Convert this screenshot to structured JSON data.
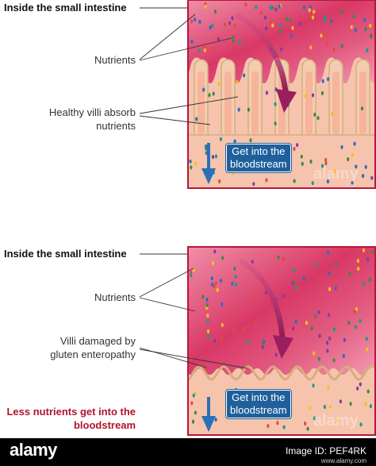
{
  "colors": {
    "tissue": "#f6c4ad",
    "lumen_light": "#e77b9a",
    "lumen_deep": "#d12f5b",
    "villus_fill": "#f2cdb0",
    "villus_stroke": "#d7ad7e",
    "arrow_purple": "#9b1e5e",
    "arrow_blue": "#2a6fb8",
    "box_blue": "#1f5f9b",
    "warning_red": "#b0142d"
  },
  "panel_top": {
    "heading": "Inside the small intestine",
    "nutrients_label": "Nutrients",
    "villi_label_line1": "Healthy villi absorb",
    "villi_label_line2": "nutrients",
    "bloodstream_line1": "Get into the",
    "bloodstream_line2": "bloodstream"
  },
  "panel_bottom": {
    "heading": "Inside the small intestine",
    "nutrients_label": "Nutrients",
    "villi_label_line1": "Villi damaged by",
    "villi_label_line2": "gluten enteropathy",
    "bloodstream_line1": "Get into the",
    "bloodstream_line2": "bloodstream",
    "warning_line1": "Less nutrients get into the",
    "warning_line2": "bloodstream"
  },
  "watermark": "alamy",
  "footer": {
    "brand": "alamy",
    "image_id": "Image ID: PEF4RK",
    "site": "www.alamy.com"
  }
}
